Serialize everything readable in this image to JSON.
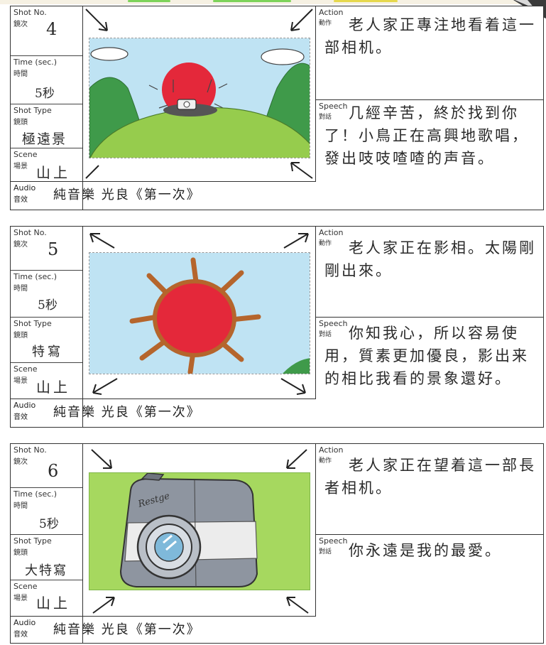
{
  "labels": {
    "shot_no_en": "Shot No.",
    "shot_no_zh": "鏡次",
    "time_en": "Time (sec.)",
    "time_zh": "時間",
    "shot_type_en": "Shot Type",
    "shot_type_zh": "鏡頭",
    "scene_en": "Scene",
    "scene_zh": "場景",
    "audio_en": "Audio",
    "audio_zh": "音效",
    "action_en": "Action",
    "action_zh": "動作",
    "speech_en": "Speech",
    "speech_zh": "對話"
  },
  "panels": [
    {
      "shot_no": "4",
      "time": "5秒",
      "shot_type": "極遠景",
      "scene": "山上",
      "audio": "純音樂 光良《第一次》",
      "action": "老人家正專注地看着這一部相机。",
      "speech": "几經辛苦，終於找到你了！小鳥正在高興地歌唱，發出吱吱喳喳的声音。"
    },
    {
      "shot_no": "5",
      "time": "5秒",
      "shot_type": "特寫",
      "scene": "山上",
      "audio": "純音樂 光良《第一次》",
      "action": "老人家正在影相。太陽剛剛出來。",
      "speech": "你知我心，所以容易使用，質素更加優良，影出来的相比我看的景象還好。"
    },
    {
      "shot_no": "6",
      "time": "5秒",
      "shot_type": "大特寫",
      "scene": "山上",
      "audio": "純音樂 光良《第一次》",
      "action": "老人家正在望着這一部長者相机。",
      "speech": "你永遠是我的最愛。"
    }
  ],
  "camera_brand": "Restge",
  "colors": {
    "sky": "#bfe3f3",
    "grass": "#96cc4d",
    "mountain": "#3f9a4a",
    "sun": "#e4283a",
    "sun_rays": "#b5652c",
    "bg_green": "#a6d85f",
    "camera_body": "#8e95a0"
  }
}
